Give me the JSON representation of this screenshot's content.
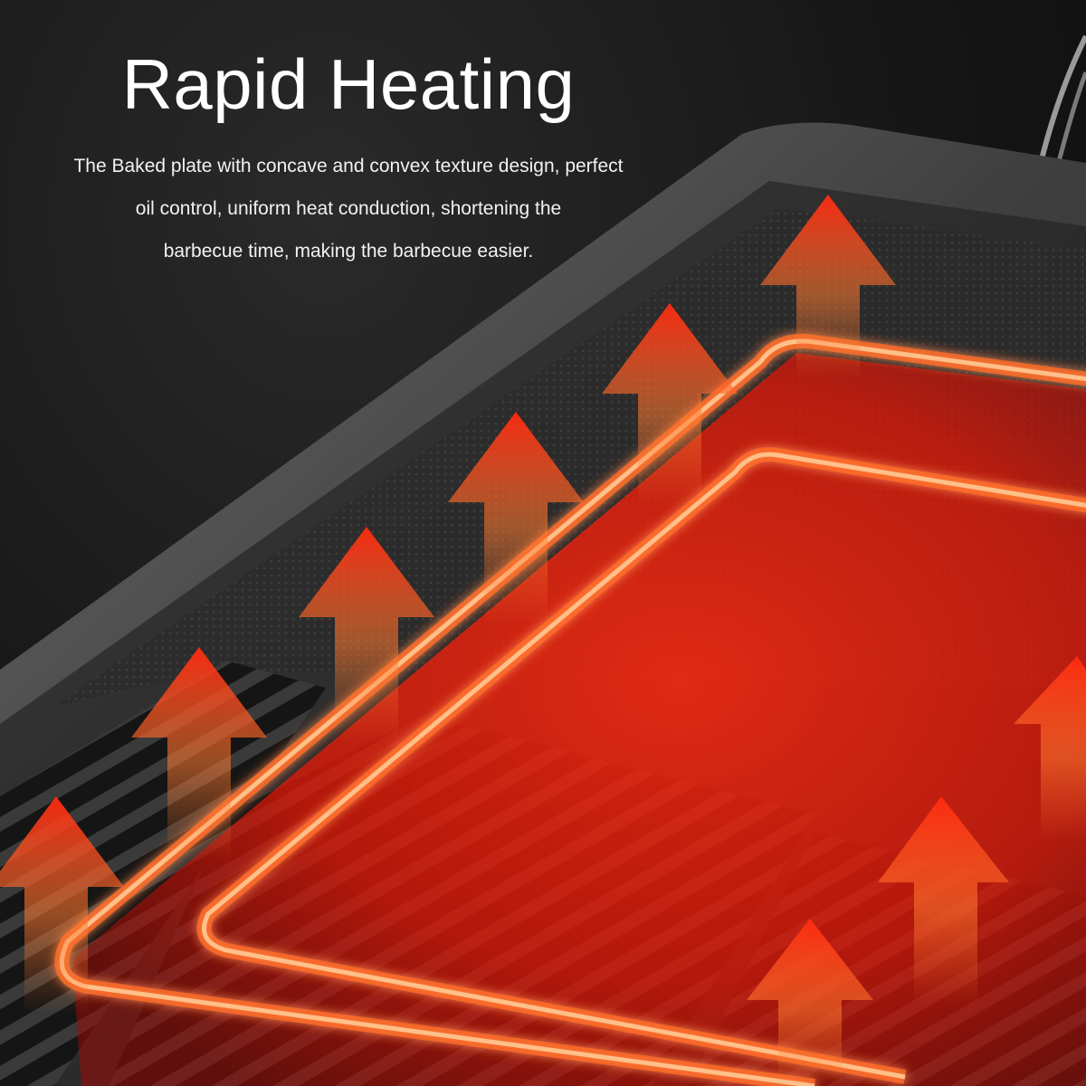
{
  "headline": "Rapid Heating",
  "description": {
    "lines": [
      "The Baked plate with concave and convex texture design, perfect",
      "oil control, uniform heat conduction, shortening the",
      "barbecue time, making the barbecue easier."
    ]
  },
  "colors": {
    "background": "#141414",
    "glow": "#ff3a14",
    "coil": "#ffb070",
    "arrow": "#ff5020",
    "text": "#ffffff"
  }
}
